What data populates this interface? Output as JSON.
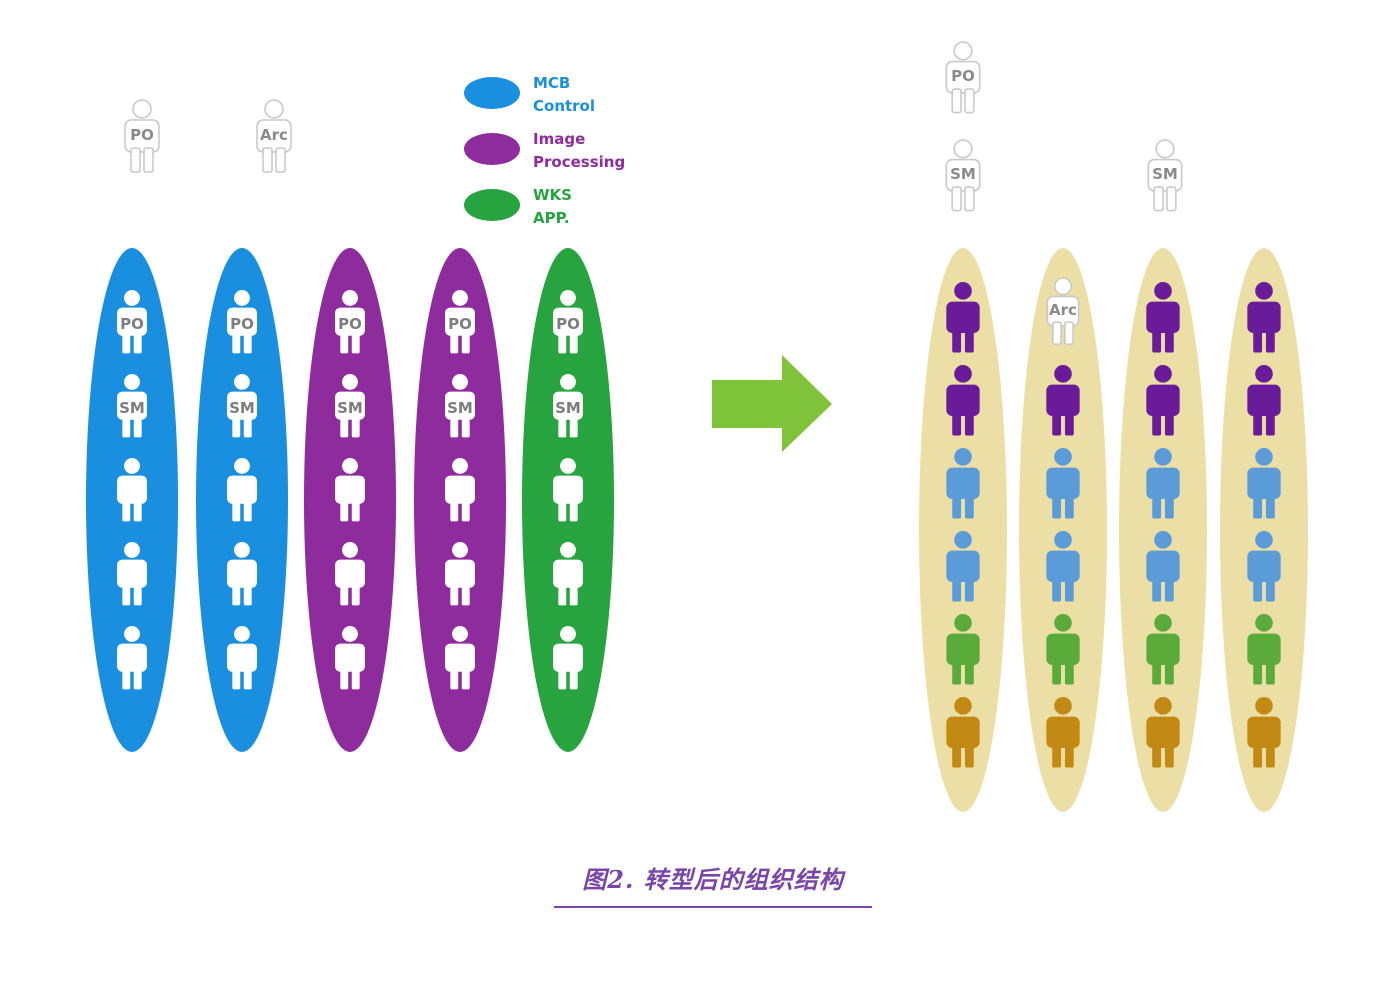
{
  "colors": {
    "blue": "#1a8fe0",
    "purple": "#8e2c9e",
    "green": "#27a33f",
    "sand": "#ecdfa6",
    "arrow": "#7ec33a",
    "icon_purple": "#6a1b9a",
    "icon_blue": "#5b9bd8",
    "icon_green": "#5aab3a",
    "icon_gold": "#c28a14",
    "outline": "#c9c9c9",
    "caption": "#7a45a8"
  },
  "icons": {
    "person": "person-icon",
    "arrow": "arrow-right-icon"
  },
  "legend": [
    {
      "line1": "MCB",
      "line2": "Control",
      "color": "blue"
    },
    {
      "line1": "Image",
      "line2": "Processing",
      "color": "purple"
    },
    {
      "line1": "WKS",
      "line2": "APP.",
      "color": "green"
    }
  ],
  "before": {
    "top_people": [
      "PO",
      "Arc"
    ],
    "teams": [
      {
        "color": "blue",
        "labels": [
          "PO",
          "SM",
          "",
          "",
          ""
        ]
      },
      {
        "color": "blue",
        "labels": [
          "PO",
          "SM",
          "",
          "",
          ""
        ]
      },
      {
        "color": "purple",
        "labels": [
          "PO",
          "SM",
          "",
          "",
          ""
        ]
      },
      {
        "color": "purple",
        "labels": [
          "PO",
          "SM",
          "",
          "",
          ""
        ]
      },
      {
        "color": "green",
        "labels": [
          "PO",
          "SM",
          "",
          "",
          ""
        ]
      }
    ]
  },
  "after": {
    "top_people": [
      {
        "label": "PO",
        "team": 0
      },
      {
        "label": "SM",
        "team": 0
      },
      {
        "label": "SM",
        "team": 2
      }
    ],
    "teams": [
      {
        "members": [
          "icon_purple",
          "icon_purple",
          "icon_blue",
          "icon_blue",
          "icon_green",
          "icon_gold"
        ]
      },
      {
        "members": [
          "outline:Arc",
          "icon_purple",
          "icon_blue",
          "icon_blue",
          "icon_green",
          "icon_gold"
        ]
      },
      {
        "members": [
          "icon_purple",
          "icon_purple",
          "icon_blue",
          "icon_blue",
          "icon_green",
          "icon_gold"
        ]
      },
      {
        "members": [
          "icon_purple",
          "icon_purple",
          "icon_blue",
          "icon_blue",
          "icon_green",
          "icon_gold"
        ]
      }
    ]
  },
  "caption": "图2. 转型后的组织结构"
}
